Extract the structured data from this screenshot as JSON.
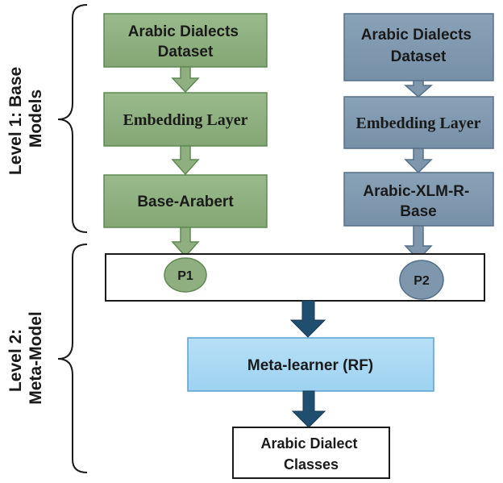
{
  "levels": {
    "level1": {
      "line1": "Level 1: Base",
      "line2": "Models"
    },
    "level2": {
      "line1": "Level 2:",
      "line2": "Meta-Model"
    }
  },
  "left_branch": {
    "dataset": {
      "line1": "Arabic Dialects",
      "line2": "Dataset"
    },
    "embedding": "Embedding Layer",
    "model": "Base-Arabert",
    "prediction": "P1"
  },
  "right_branch": {
    "dataset": {
      "line1": "Arabic Dialects",
      "line2": "Dataset"
    },
    "embedding": "Embedding Layer",
    "model": {
      "line1": "Arabic-XLM-R-",
      "line2": "Base"
    },
    "prediction": "P2"
  },
  "meta_learner": "Meta-learner (RF)",
  "output": {
    "line1": "Arabic Dialect",
    "line2": "Classes"
  },
  "colors": {
    "green_fill": "#8faf80",
    "green_stroke": "#5f8a52",
    "blue_fill": "#7f97ad",
    "blue_stroke": "#55708a",
    "meta_fill": "#a9d8f3",
    "meta_stroke": "#5aa0cf",
    "dark_arrow": "#1f4e6e",
    "text": "#1a1a1a"
  }
}
